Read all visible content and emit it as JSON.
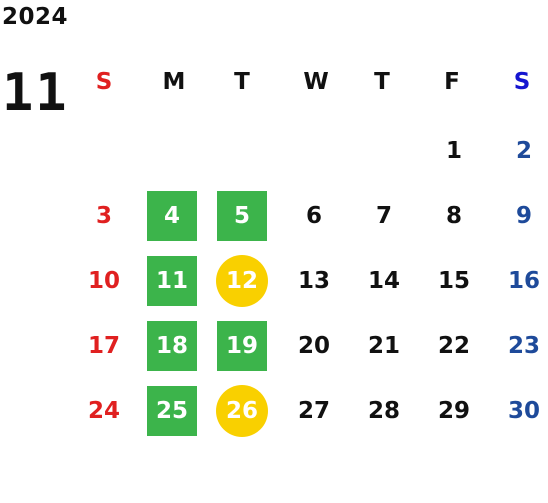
{
  "year": "2024",
  "month": "11",
  "weekdays": [
    "S",
    "M",
    "T",
    "W",
    "T",
    "F",
    "S"
  ],
  "colors": {
    "sunday": "#e02020",
    "saturday": "#1e4a9a",
    "green_highlight": "#3cb44b",
    "yellow_highlight": "#f9d000"
  },
  "weeks": [
    [
      "",
      "",
      "",
      "",
      "",
      "1",
      "2"
    ],
    [
      "3",
      "4",
      "5",
      "6",
      "7",
      "8",
      "9"
    ],
    [
      "10",
      "11",
      "12",
      "13",
      "14",
      "15",
      "16"
    ],
    [
      "17",
      "18",
      "19",
      "20",
      "21",
      "22",
      "23"
    ],
    [
      "24",
      "25",
      "26",
      "27",
      "28",
      "29",
      "30"
    ]
  ],
  "highlights": {
    "green": [
      "4",
      "5",
      "11",
      "18",
      "19",
      "25"
    ],
    "yellow": [
      "12",
      "26"
    ]
  }
}
